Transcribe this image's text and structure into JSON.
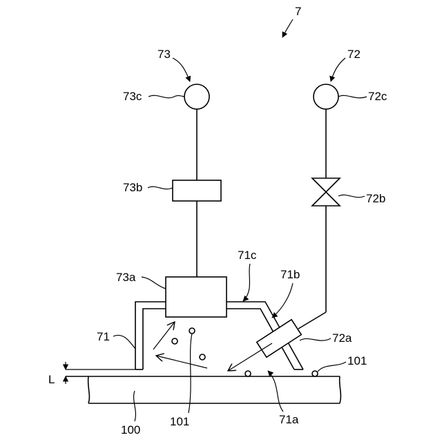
{
  "figure": {
    "labels": {
      "system": "7",
      "supply_73": "73",
      "supply_72": "72",
      "source_73c": "73c",
      "source_72c": "72c",
      "unit_73b": "73b",
      "valve_72b": "72b",
      "unit_73a": "73a",
      "cover_71c": "71c",
      "cover_71b": "71b",
      "cover_71": "71",
      "nozzle_72a": "72a",
      "particle_101_right": "101",
      "gap_L": "L",
      "base_100": "100",
      "particle_101_bottom": "101",
      "opening_71a": "71a"
    }
  }
}
